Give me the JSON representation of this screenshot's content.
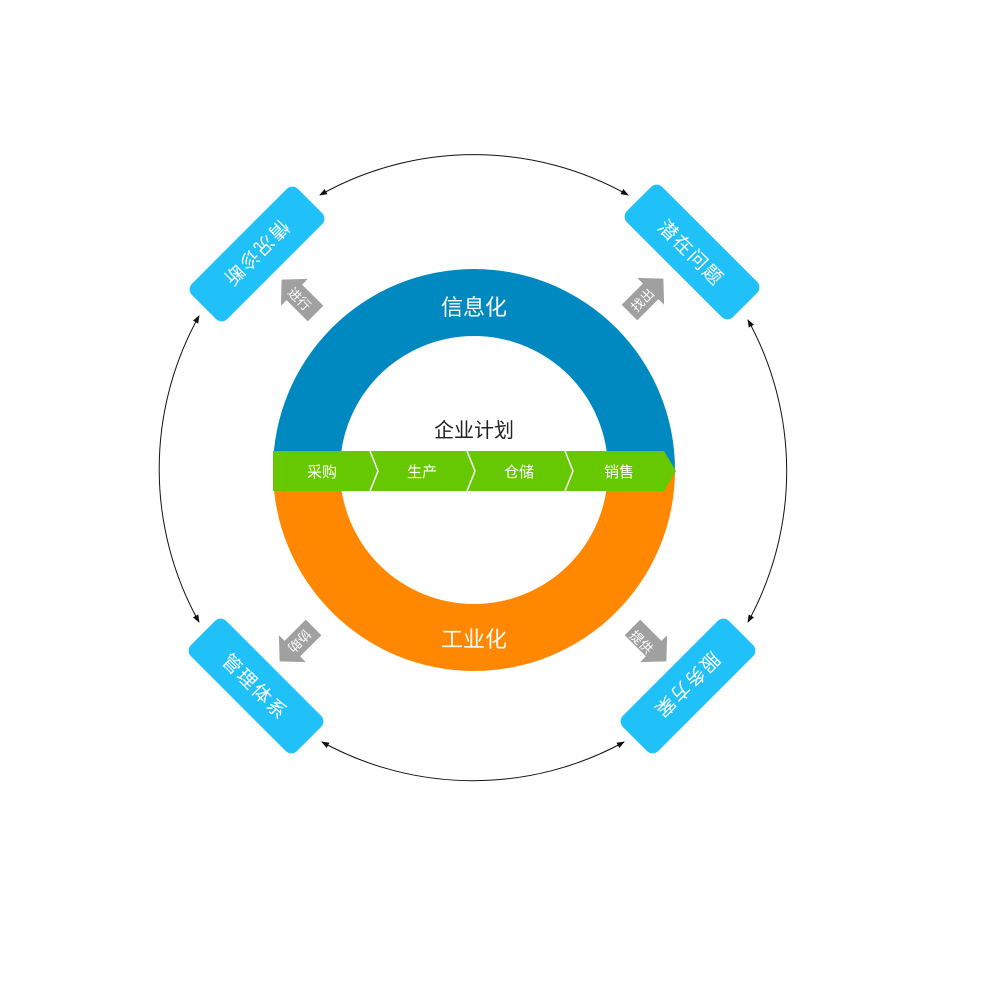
{
  "ring": {
    "top_label": "信息化",
    "bottom_label": "工业化",
    "center_title": "企业计划",
    "top_color": "#0088C0",
    "bottom_color": "#FF8800",
    "band_color": "#66C800"
  },
  "steps": [
    "采购",
    "生产",
    "仓储",
    "销售"
  ],
  "boxes": {
    "top_left": "情况诊断",
    "top_right": "潜在问题",
    "bottom_left": "管理体系",
    "bottom_right": "服务方案",
    "color": "#20C0F8"
  },
  "arrows": {
    "top_left": "进行",
    "top_right": "找出",
    "bottom_left": "协助",
    "bottom_right": "提供",
    "color": "#A0A0A0"
  }
}
